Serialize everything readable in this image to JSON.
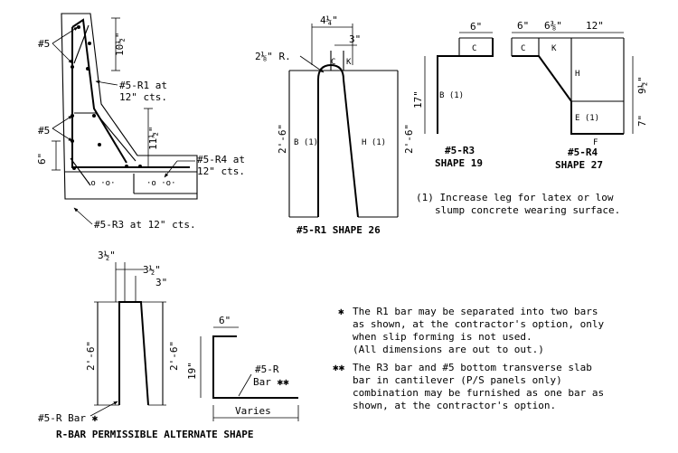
{
  "section": {
    "callout_5_top": "#5",
    "callout_5_mid": "#5",
    "dim_10_half": "10½\"",
    "dim_11_half": "11½\"",
    "dim_6": "6\"",
    "r1_label_1": "#5-R1 at",
    "r1_label_2": "12\" cts.",
    "r4_label_1": "#5-R4 at",
    "r4_label_2": "12\" cts.",
    "r3_label": "#5-R3 at 12\" cts."
  },
  "r1": {
    "dim_top": "4¼\"",
    "dim_right": "3\"",
    "radius": "2⅛\" R.",
    "c": "C",
    "k": "K",
    "b": "B (1)",
    "h": "H (1)",
    "dim_left": "2'-6\"",
    "dim_right_h": "2'-6\"",
    "title": "#5-R1  SHAPE 26"
  },
  "r3": {
    "dim_top": "6\"",
    "c": "C",
    "b": "B (1)",
    "dim_left": "17\"",
    "title": "#5-R3",
    "shape": "SHAPE 19"
  },
  "r4": {
    "dim_c": "6\"",
    "dim_k": "6⅜\"",
    "dim_right": "12\"",
    "c": "C",
    "k": "K",
    "h": "H",
    "e": "E (1)",
    "f": "F",
    "dim_9": "9½\"",
    "dim_7": "7\"",
    "title": "#5-R4",
    "shape": "SHAPE 27"
  },
  "note_1": {
    "line1": "(1) Increase leg for latex or low",
    "line2": "slump concrete wearing surface."
  },
  "rbar": {
    "dim_a": "3½\"",
    "dim_b": "3½\"",
    "dim_c": "3\"",
    "dim_left": "2'-6\"",
    "dim_right": "2'-6\"",
    "label": "#5-R Bar ✱",
    "title": "R-BAR PERMISSIBLE ALTERNATE SHAPE"
  },
  "alt": {
    "dim_top": "6\"",
    "dim_left": "19\"",
    "label_1": "#5-R",
    "label_2": "Bar ✱✱",
    "varies": "Varies"
  },
  "notes": {
    "star1_mark": "✱",
    "star1_lines": [
      "The R1 bar may be separated into two bars",
      "as shown, at the contractor's option, only",
      "when slip forming is not used.",
      "(All dimensions are out to out.)"
    ],
    "star2_mark": "✱✱",
    "star2_lines": [
      "The R3 bar and #5 bottom transverse slab",
      "bar in cantilever (P/S panels only)",
      "combination may be furnished as one bar as",
      "shown, at the contractor's option."
    ]
  }
}
